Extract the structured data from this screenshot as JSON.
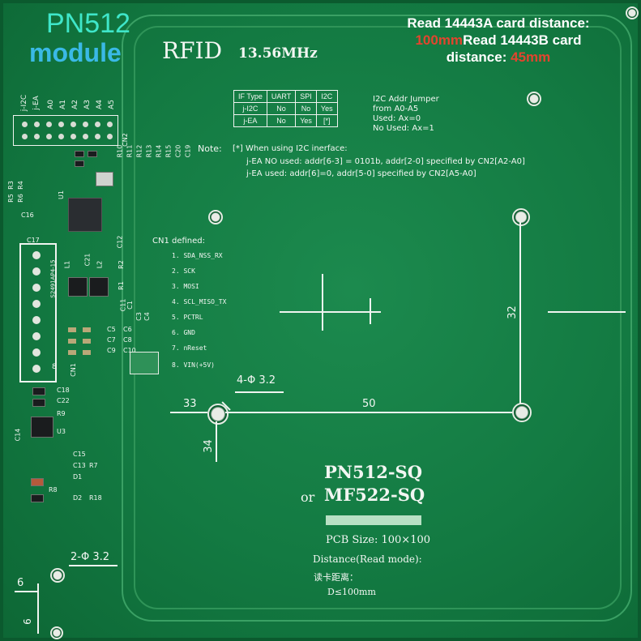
{
  "title": {
    "line1": "PN512",
    "line2": "module"
  },
  "read_info": {
    "part1": "Read 14443A card distance: ",
    "value1": "100mm",
    "part2": "Read 14443B card distance: ",
    "value2": "45mm"
  },
  "board": {
    "rfid": "RFID",
    "freq": "13.56MHz",
    "model1": "PN512-SQ",
    "model_or": "or",
    "model2": "MF522-SQ",
    "pcb_size": "PCB Size: 100×100",
    "distance_mode": "Distance(Read mode):",
    "distance_cn": "读卡距离：",
    "distance_val": "D≤100mm"
  },
  "if_table": {
    "header": [
      "IF Type",
      "UART",
      "SPI",
      "I2C"
    ],
    "rows": [
      [
        "j-I2C",
        "No",
        "No",
        "Yes"
      ],
      [
        "j-EA",
        "No",
        "Yes",
        "[*]"
      ]
    ]
  },
  "i2c_jumper": [
    "I2C Addr Jumper",
    "from A0-A5",
    "Used: Ax=0",
    "No Used: Ax=1"
  ],
  "note": {
    "label": "Note:",
    "line1": "[*] When using I2C inerface:",
    "line2": "j-EA NO used: addr[6-3] = 0101b, addr[2-0] specified by CN2[A2-A0]",
    "line3": "j-EA used: addr[6]=0, addr[5-0] specified by CN2[A5-A0]"
  },
  "cn1": {
    "title": "CN1 defined:",
    "pins": [
      "1. SDA_NSS_RX",
      "2. SCK",
      "3. MOSI",
      "4. SCL_MISO_TX",
      "5. PCTRL",
      "6. GND",
      "7. nReset",
      "8. VIN(+5V)"
    ]
  },
  "dimensions": {
    "d33": "33",
    "d50": "50",
    "d32": "32",
    "d34": "34",
    "hole4": "4-Φ 3.2",
    "hole2": "2-Φ 3.2",
    "d6": "6",
    "d6b": "6"
  },
  "header_labels": [
    "j-I2C",
    "j-EA",
    "A0",
    "A1",
    "A2",
    "A3",
    "A4",
    "A5"
  ],
  "component_labels": {
    "cn2": "CN2",
    "r10": "R10",
    "r11": "R11",
    "r12": "R12",
    "r13": "R13",
    "r14": "R14",
    "r15": "R15",
    "c20": "C20",
    "c19": "C19",
    "r3": "R3",
    "r4": "R4",
    "r5": "R5",
    "r6": "R6",
    "u1": "U1",
    "c16": "C16",
    "c17": "C17",
    "c12": "C12",
    "c21": "C21",
    "l1": "L1",
    "l2": "L2",
    "r2": "R2",
    "r1": "R1",
    "c11": "C11",
    "c1": "C1",
    "c3": "C3",
    "c4": "C4",
    "c5": "C5",
    "c6": "C6",
    "c7": "C7",
    "c8": "C8",
    "c9": "C9",
    "c10": "C10",
    "cn1": "CN1",
    "cn1_num": "8",
    "c18": "C18",
    "c22": "C22",
    "r9": "R9",
    "c14": "C14",
    "u3": "U3",
    "c15": "C15",
    "c13": "C13",
    "r7": "R7",
    "d1": "D1",
    "r8": "R8",
    "d2": "D2",
    "r18": "R18",
    "connector_part": "S2491AP4-15"
  }
}
